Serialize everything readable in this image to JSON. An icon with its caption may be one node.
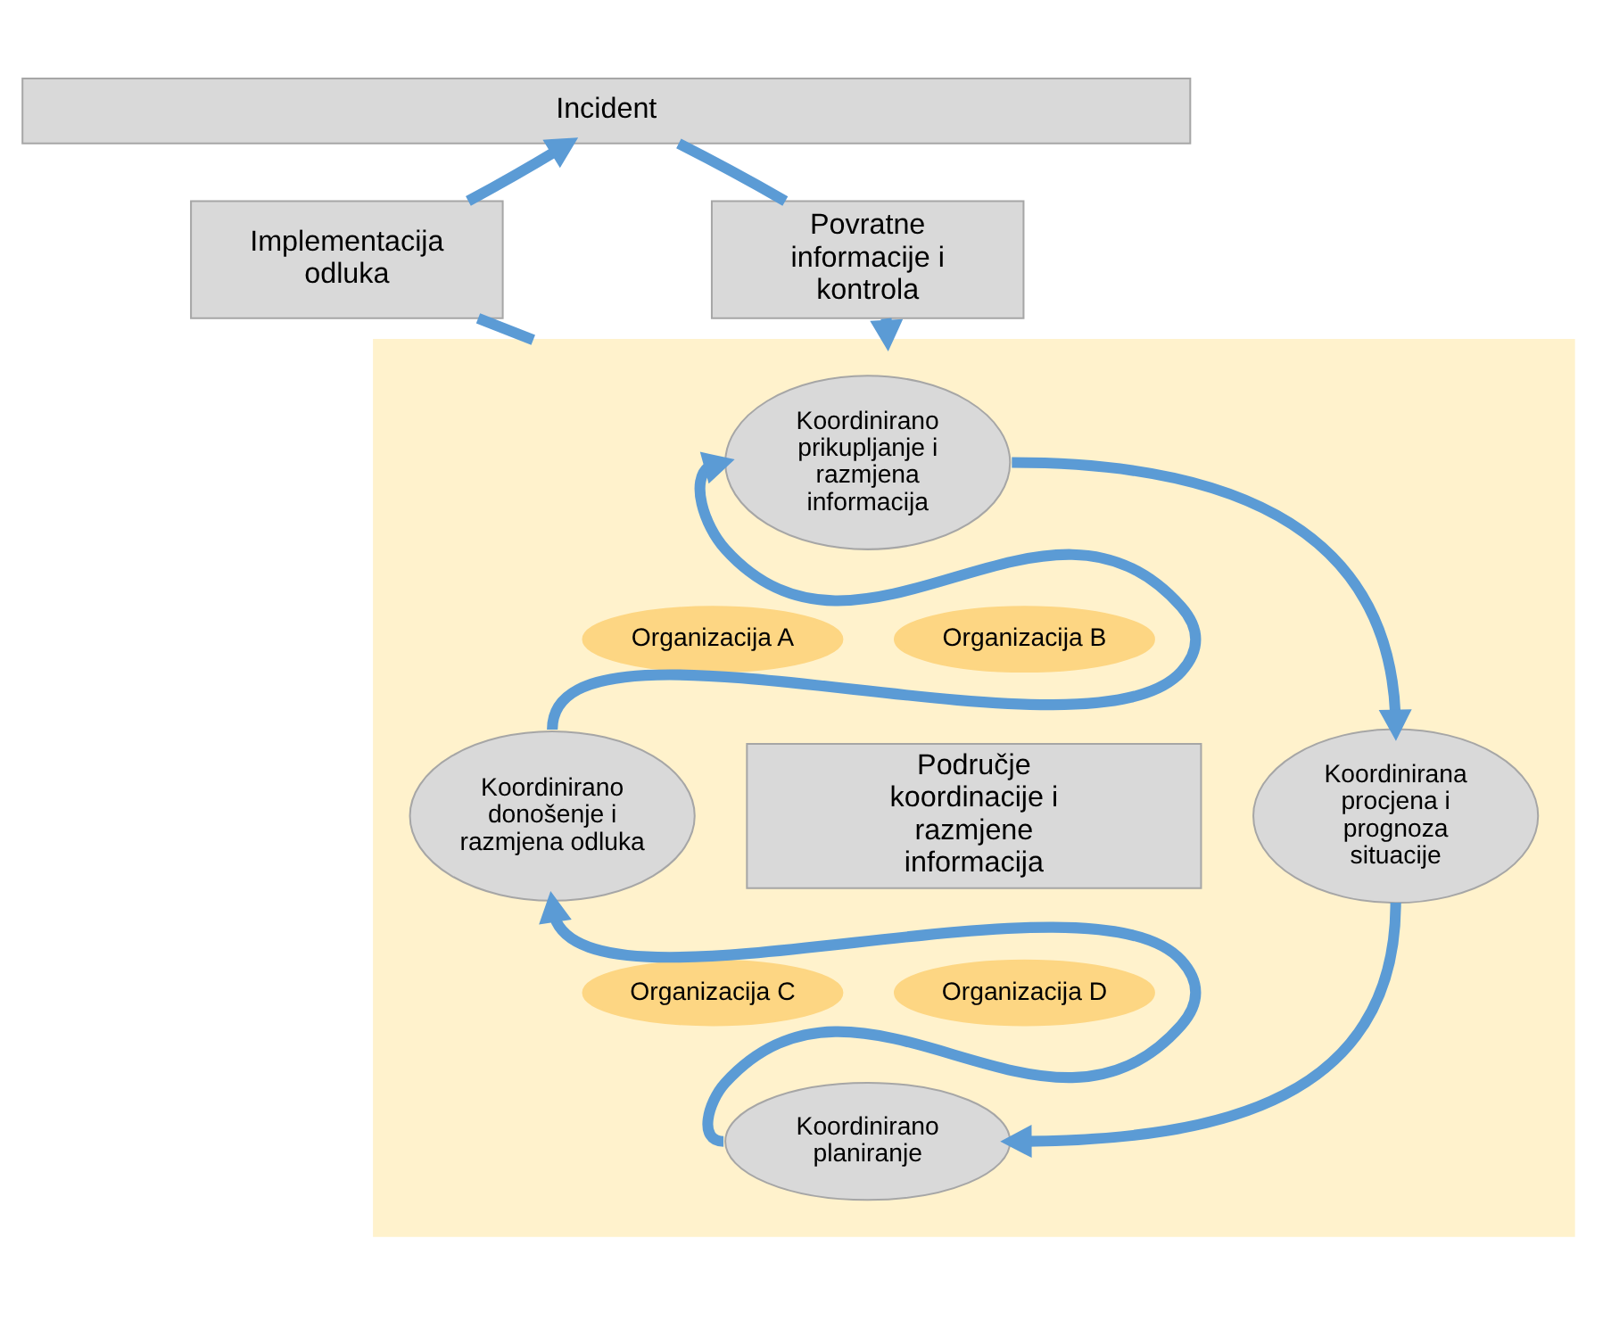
{
  "diagram": {
    "nodes": [
      {
        "text": [
          "Incident"
        ]
      },
      {
        "text": [
          "Implementacija odluka"
        ]
      },
      {
        "text": [
          "Povratne informacije i kontrola"
        ]
      },
      {
        "text": [],
        "shape": "box"
      },
      {
        "text": [
          "Koordinirano prikupljanje i razmjena informacija"
        ],
        "in": 3
      },
      {
        "text": [
          "Organizacija A"
        ],
        "in": 3
      },
      {
        "text": [
          "Organizacija B"
        ],
        "in": 3
      },
      {
        "text": [
          "Koordinirano donošenje i razmjena odluka"
        ],
        "in": 3
      },
      {
        "text": [
          "Područje koordinacije i razmjene informacija"
        ],
        "in": 3
      },
      {
        "text": [
          "Koordinirana procjena i prognoza situacije"
        ],
        "in": 3
      },
      {
        "text": [
          "Organizacija C"
        ],
        "in": 3
      },
      {
        "text": [
          "Organizacija D"
        ],
        "in": 3
      },
      {
        "text": [
          "Koordinirano planiranje"
        ],
        "in": 3
      }
    ],
    "edges": [
      {
        "from": 1,
        "to": 0,
        "arrow": "to"
      },
      {
        "from": 3,
        "to": 1,
        "arrow": "none"
      },
      {
        "from": 0,
        "to": 2,
        "arrow": "none"
      },
      {
        "from": 2,
        "to": 3,
        "arrow": "to"
      },
      {
        "from": 7,
        "to": 4,
        "arrow": "to"
      },
      {
        "from": 4,
        "to": 9,
        "arrow": "to"
      },
      {
        "from": 9,
        "to": 12,
        "arrow": "to"
      },
      {
        "from": 12,
        "to": 7,
        "arrow": "to"
      }
    ]
  }
}
